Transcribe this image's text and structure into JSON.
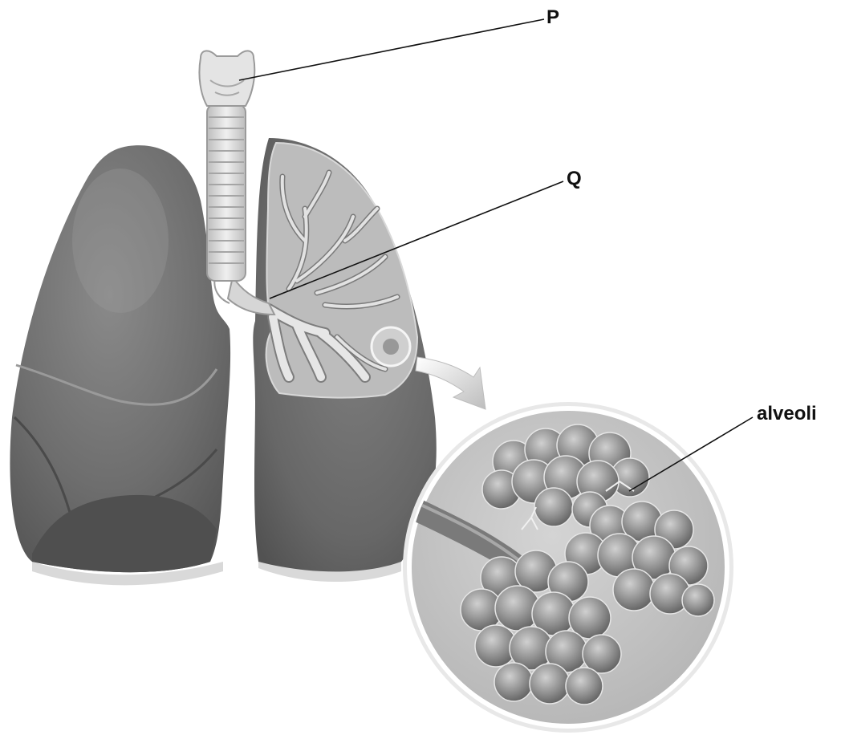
{
  "labels": {
    "p": "P",
    "q": "Q",
    "alveoli": "alveoli"
  },
  "colors": {
    "lung_outer": "#6e6e6e",
    "lung_lower": "#5a5a5a",
    "lung_shadow": "#cfcfcf",
    "cutaway": "#b9b9b9",
    "airway": "#e2e2e2",
    "airway_ring": "#9a9a9a",
    "circle_fill": "#c4c4c4",
    "circle_rim": "#f2f2f2",
    "alveoli": "#8c8c8c",
    "leader": "#111111"
  }
}
